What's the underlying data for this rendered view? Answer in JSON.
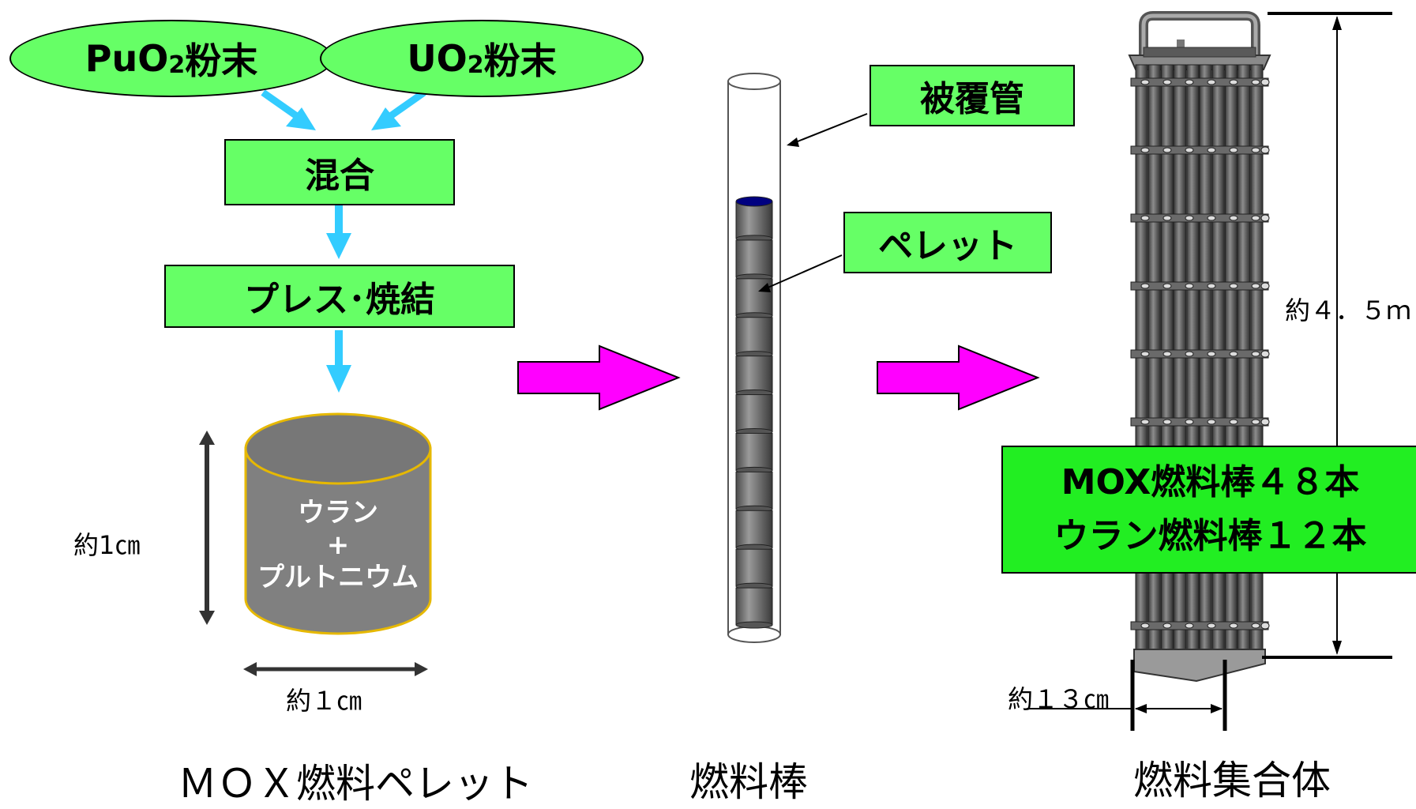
{
  "inputs": {
    "puo2": {
      "main": "PuO",
      "sub": "2",
      "tail": "粉末"
    },
    "uo2": {
      "main": "UO",
      "sub": "2",
      "tail": "粉末"
    }
  },
  "process": {
    "mix": "混合",
    "press_sinter": "プレス･焼結"
  },
  "pellet": {
    "line1": "ウラン",
    "line2": "+",
    "line3": "プルトニウム",
    "height_label": "約1㎝",
    "width_label": "約１㎝",
    "caption": "ＭＯＸ燃料ペレット"
  },
  "rod": {
    "cladding_label": "被覆管",
    "pellet_label": "ペレット",
    "caption": "燃料棒"
  },
  "assembly": {
    "length_label": "約４．５ｍ",
    "width_label": "約１３㎝",
    "mox_count": "MOX燃料棒４８本",
    "uranium_count": "ウラン燃料棒１２本",
    "caption": "燃料集合体"
  },
  "colors": {
    "box_fill": "#66ff66",
    "count_box_fill": "#22ee22",
    "flow_arrow": "#33ccff",
    "stage_arrow": "#ff00ff",
    "pellet_body": "#808080",
    "pellet_outline": "#e6b800"
  }
}
